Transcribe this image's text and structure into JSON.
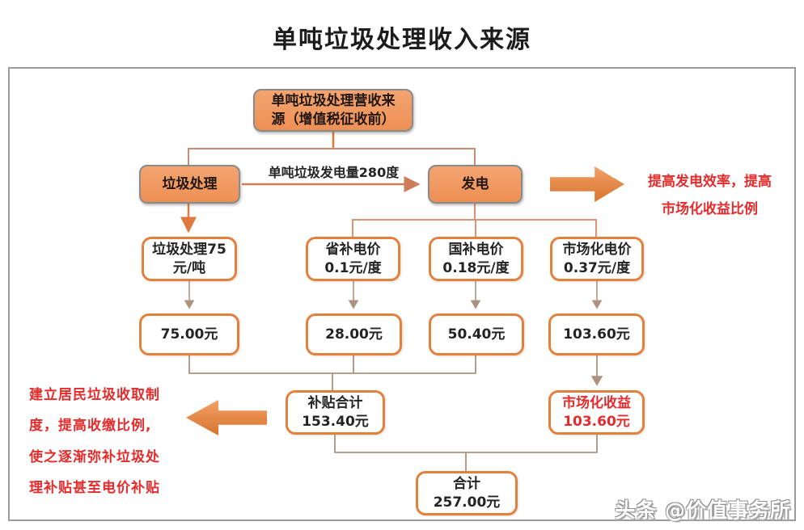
{
  "title": "单吨垃圾处理收入来源",
  "watermark": "头条 @价值事务所",
  "nodes": {
    "root": {
      "line1": "单吨垃圾处理营收来",
      "line2": "源（增值税征收前）"
    },
    "waste": {
      "label": "垃圾处理"
    },
    "power": {
      "label": "发电"
    },
    "waste_fee": {
      "line1": "垃圾处理75",
      "line2": "元/吨"
    },
    "provincial": {
      "line1": "省补电价",
      "line2": "0.1元/度"
    },
    "national": {
      "line1": "国补电价",
      "line2": "0.18元/度"
    },
    "market_price": {
      "line1": "市场化电价",
      "line2": "0.37元/度"
    },
    "value_waste": {
      "label": "75.00元"
    },
    "value_provincial": {
      "label": "28.00元"
    },
    "value_national": {
      "label": "50.40元"
    },
    "value_market": {
      "label": "103.60元"
    },
    "subsidy_total": {
      "line1": "补贴合计",
      "line2": "153.40元"
    },
    "market_income": {
      "line1": "市场化收益",
      "line2": "103.60元"
    },
    "total": {
      "line1": "合计",
      "line2": "257.00元"
    }
  },
  "edges": {
    "power_label": "单吨垃圾发电量280度"
  },
  "annotations": {
    "right": {
      "line1": "提高发电效率，提高",
      "line2": "市场化收益比例"
    },
    "left": {
      "line1": "建立居民垃圾收取制",
      "line2": "度，提高收缴比例,",
      "line3": "使之逐渐弥补垃圾处",
      "line4": "理补贴甚至电价补贴"
    }
  },
  "colors": {
    "node_fill_orange": "#EF9A62",
    "white_node_border": "#E2813D",
    "red_annotation": "#E52B2B",
    "connector_tan": "#AD927F",
    "connector_salmon": "#D0886A"
  }
}
